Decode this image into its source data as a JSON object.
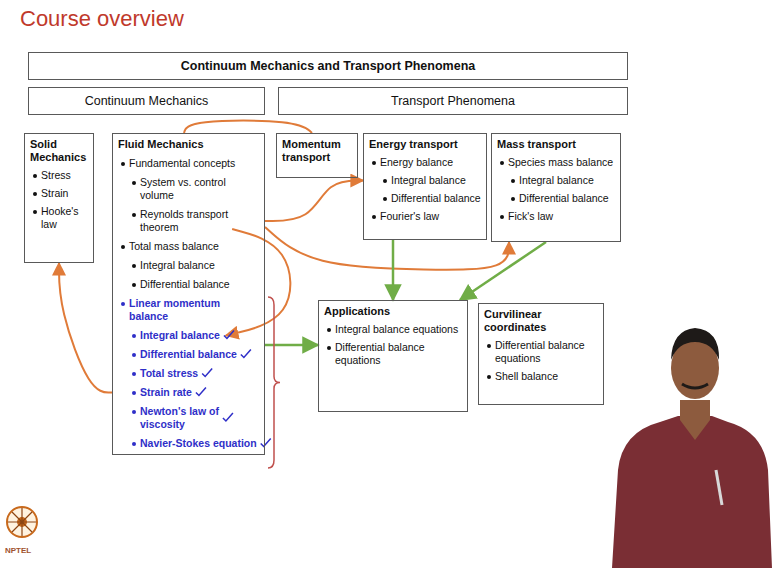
{
  "diagram": {
    "title": "Course overview",
    "nodes": [
      {
        "text": [
          "Continuum Mechanics and Transport Phenomena"
        ]
      },
      {
        "text": [
          "Continuum Mechanics"
        ]
      },
      {
        "text": [
          "Transport Phenomena"
        ]
      },
      {
        "text": [
          "Solid Mechanics",
          "Stress",
          "Strain",
          "Hooke's law"
        ]
      },
      {
        "text": [
          "Fluid Mechanics",
          "Fundamental concepts",
          "System vs. control volume",
          "Reynolds transport theorem",
          "Total mass balance",
          "Integral balance",
          "Differential balance",
          "Linear momentum balance",
          "Integral balance",
          "Differential balance",
          "Total stress",
          "Strain rate",
          "Newton's law of viscosity",
          "Navier-Stokes equation"
        ]
      },
      {
        "text": [
          "Momentum transport"
        ]
      },
      {
        "text": [
          "Energy transport",
          "Energy balance",
          "Integral balance",
          "Differential balance",
          "Fourier's law"
        ]
      },
      {
        "text": [
          "Mass transport",
          "Species mass balance",
          "Integral balance",
          "Differential balance",
          "Fick's law"
        ]
      },
      {
        "text": [
          "Applications",
          "Integral balance equations",
          "Differential balance equations"
        ]
      },
      {
        "text": [
          "Curvilinear coordinates",
          "Differential balance equations",
          "Shell balance"
        ]
      }
    ],
    "edges": [
      {
        "from": 4,
        "to": 5,
        "arrow": "none"
      },
      {
        "from": 4,
        "to": 6,
        "arrow": "to"
      },
      {
        "from": 4,
        "to": 7,
        "arrow": "to"
      },
      {
        "from": 4,
        "to": 3,
        "arrow": "to"
      },
      {
        "from": 4,
        "to": 8,
        "arrow": "to"
      },
      {
        "from": 6,
        "to": 8,
        "arrow": "to"
      },
      {
        "from": 7,
        "to": 8,
        "arrow": "to"
      }
    ],
    "labels": [
      "NPTEL"
    ]
  }
}
